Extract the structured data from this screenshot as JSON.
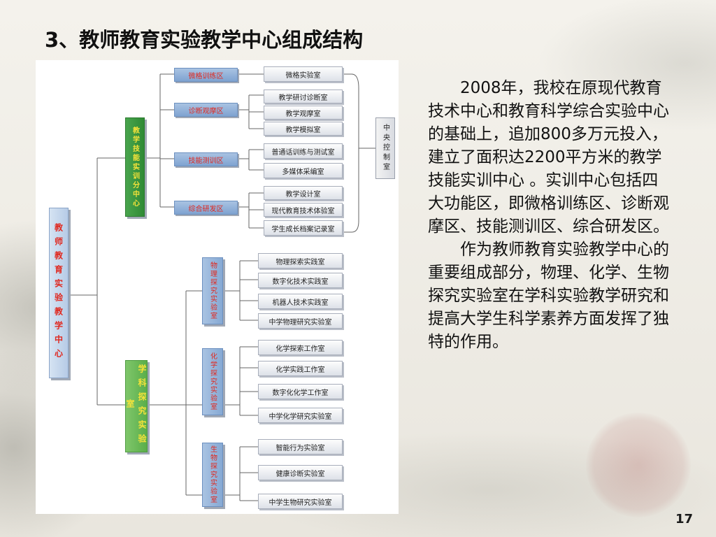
{
  "title": "3、教师教育实验教学中心组成结构",
  "diagram": {
    "root": "教师教育实验教学中心",
    "center_control": "中央控制室",
    "branches": [
      {
        "label": "教学技能实训分中心",
        "zones": [
          {
            "label": "微格训练区",
            "rooms": [
              "微格实验室"
            ]
          },
          {
            "label": "诊断观摩区",
            "rooms": [
              "教学研讨诊断室",
              "教学观摩室",
              "教学模拟室"
            ]
          },
          {
            "label": "技能测训区",
            "rooms": [
              "普通话训练与测试室",
              "多媒体采编室"
            ]
          },
          {
            "label": "综合研发区",
            "rooms": [
              "教学设计室",
              "现代教育技术体验室",
              "学生成长档案记录室"
            ]
          }
        ]
      },
      {
        "label": "学科探究实验室",
        "labs": [
          {
            "label": "物理探究实验室",
            "rooms": [
              "物理探索实践室",
              "数字化技术实践室",
              "机器人技术实践室",
              "中学物理研究实验室"
            ]
          },
          {
            "label": "化学探究实验室",
            "rooms": [
              "化学探索工作室",
              "化学实践工作室",
              "数字化化学工作室",
              "中学化学研究实验室"
            ]
          },
          {
            "label": "生物探究实验室",
            "rooms": [
              "智能行为实验室",
              "健康诊断实验室",
              "中学生物研究实验室"
            ]
          }
        ]
      }
    ]
  },
  "paragraphs": [
    "2008年，我校在原现代教育技术中心和教育科学综合实验中心的基础上，追加800多万元投入，建立了面积达2200平方米的教学技能实训中心 。实训中心包括四大功能区，即微格训练区、诊断观摩区、技能测训区、综合研发区。",
    "作为教师教育实验教学中心的重要组成部分，物理、化学、生物探究实验室在学科实验教学研究和提高大学生科学素养方面发挥了独特的作用。"
  ],
  "page_number": "17"
}
